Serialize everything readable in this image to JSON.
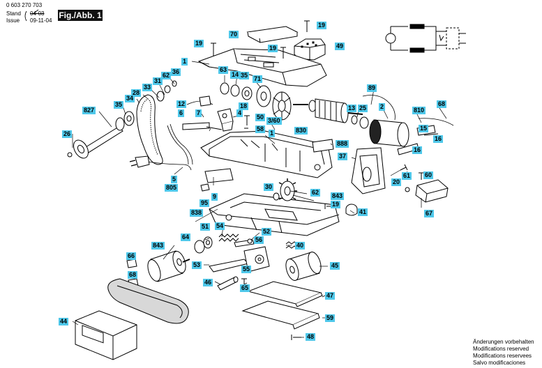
{
  "header": {
    "doc_number": "0 603 270 703",
    "stand_label": "Stand",
    "issue_label": "Issue",
    "stand_date": "04-03",
    "issue_date": "09-11-04",
    "figure_tag": "Fig./Abb. 1"
  },
  "notes": [
    "Änderungen vorbehalten",
    "Modifications reserved",
    "Modifications reservees",
    "Salvo modificaciones"
  ],
  "labels": {
    "l70": "70",
    "l19a": "19",
    "l49": "49",
    "l19b": "19",
    "l19c": "19",
    "l1a": "1",
    "l36": "36",
    "l62a": "62",
    "l63": "63",
    "l14": "14",
    "l35a": "35",
    "l71": "71",
    "l31": "31",
    "l33": "33",
    "l28": "28",
    "l34": "34",
    "l827": "827",
    "l35b": "35",
    "l12": "12",
    "l6": "6",
    "l7": "7",
    "l18a": "18",
    "l4": "4",
    "l50": "50",
    "l58": "58",
    "l89": "89",
    "l2": "2",
    "l13": "13",
    "l25": "25",
    "l360": "3/60",
    "l830": "830",
    "l810": "810",
    "l68": "68",
    "l15": "15",
    "l16a": "16",
    "l16b": "16",
    "l1b": "1",
    "l888": "888",
    "l37": "37",
    "l26": "26",
    "l5": "5",
    "l805": "805",
    "l9": "9",
    "l95": "95",
    "l30": "30",
    "l62b": "62",
    "l843a": "843",
    "l19d": "19",
    "l41": "41",
    "l61": "61",
    "l60": "60",
    "l20": "20",
    "l67": "67",
    "l838": "838",
    "l51": "51",
    "l54": "54",
    "l64": "64",
    "l52": "52",
    "l56": "56",
    "l40": "40",
    "l843b": "843",
    "l66": "66",
    "l53": "53",
    "l45": "45",
    "l55": "55",
    "l46": "46",
    "l65": "65",
    "l47": "47",
    "l44": "44",
    "l59": "59",
    "l48": "48"
  }
}
